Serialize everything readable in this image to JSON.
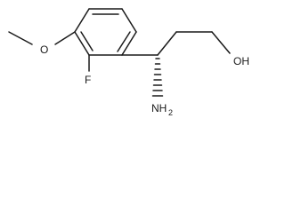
{
  "molecule": {
    "labels": {
      "methoxy_oxygen": "O",
      "fluorine": "F",
      "amino_n": "NH",
      "amino_h_count": "2",
      "hydroxyl": "OH"
    },
    "colors": {
      "bond": "#1a1a1a",
      "text": "#1a1a1a",
      "background": "#ffffff"
    }
  }
}
